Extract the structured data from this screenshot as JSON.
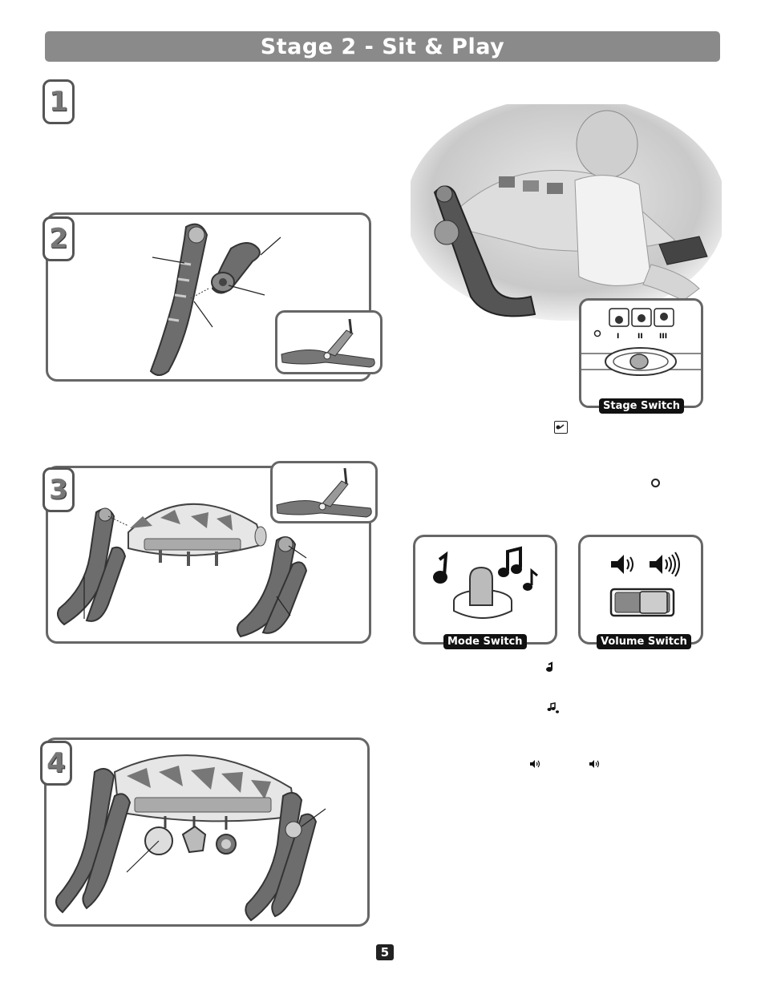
{
  "banner": {
    "title": "Stage 2 - Sit & Play"
  },
  "steps": [
    {
      "number": "1"
    },
    {
      "number": "2"
    },
    {
      "number": "3"
    },
    {
      "number": "4"
    }
  ],
  "switches": {
    "stage": {
      "label": "Stage Switch",
      "positions": [
        "I",
        "II",
        "III"
      ]
    },
    "mode": {
      "label": "Mode Switch"
    },
    "volume": {
      "label": "Volume Switch"
    }
  },
  "page": {
    "number": "5"
  }
}
